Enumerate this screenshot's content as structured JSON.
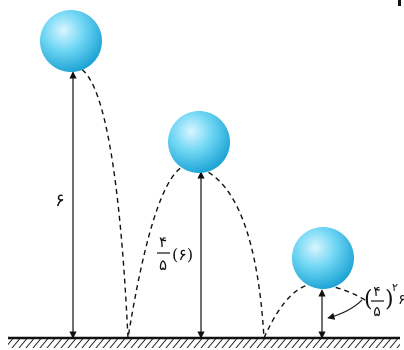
{
  "labels": {
    "h1": "۶",
    "h2_num": "۴",
    "h2_den": "۵",
    "h2_arg": "(۶)",
    "h3_num": "۴",
    "h3_den": "۵",
    "h3_exp": "۲",
    "h3_arg": "۶"
  },
  "colors": {
    "ball_light": "#d9f5ff",
    "ball_mid": "#6fd6f4",
    "ball_dark": "#169fd2",
    "ink": "#111111"
  }
}
